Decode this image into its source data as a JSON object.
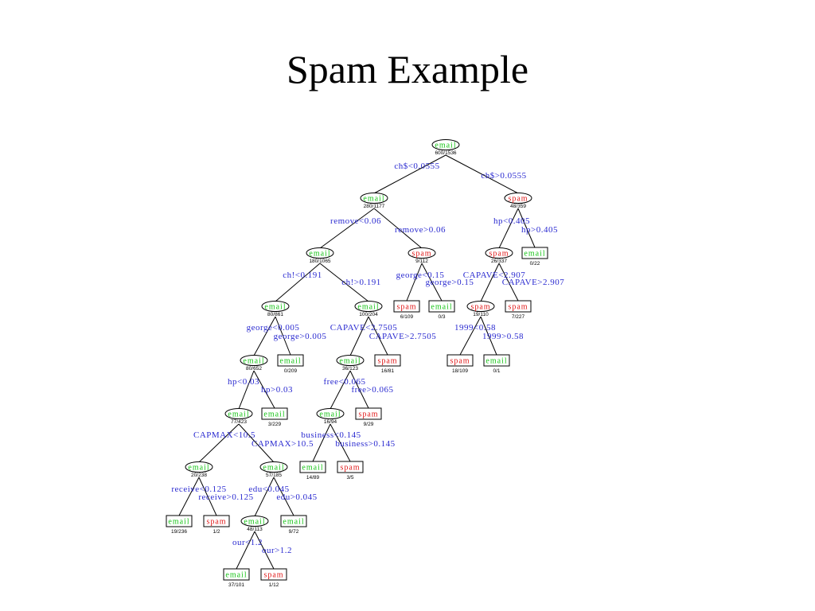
{
  "title": "Spam Example",
  "colors": {
    "email": "#18c418",
    "spam": "#e01818",
    "split": "#2a2ad0",
    "line": "#000000"
  },
  "tree": {
    "nodes": [
      {
        "id": "root",
        "type": "internal",
        "label": "email",
        "counts": "600/1536"
      },
      {
        "id": "n1",
        "type": "internal",
        "label": "email",
        "counts": "280/1177"
      },
      {
        "id": "n2",
        "type": "internal",
        "label": "spam",
        "counts": "48/359"
      },
      {
        "id": "n3",
        "type": "internal",
        "label": "email",
        "counts": "180/1065"
      },
      {
        "id": "n4",
        "type": "internal",
        "label": "spam",
        "counts": "9/112"
      },
      {
        "id": "n5",
        "type": "internal",
        "label": "spam",
        "counts": "26/337"
      },
      {
        "id": "n6",
        "type": "leaf",
        "label": "email",
        "counts": "0/22"
      },
      {
        "id": "n7",
        "type": "internal",
        "label": "email",
        "counts": "80/861"
      },
      {
        "id": "n8",
        "type": "internal",
        "label": "email",
        "counts": "100/204"
      },
      {
        "id": "n9",
        "type": "leaf",
        "label": "spam",
        "counts": "6/109"
      },
      {
        "id": "n10",
        "type": "leaf",
        "label": "email",
        "counts": "0/3"
      },
      {
        "id": "n11",
        "type": "internal",
        "label": "spam",
        "counts": "19/110"
      },
      {
        "id": "n12",
        "type": "leaf",
        "label": "spam",
        "counts": "7/227"
      },
      {
        "id": "n13",
        "type": "internal",
        "label": "email",
        "counts": "80/652"
      },
      {
        "id": "n14",
        "type": "leaf",
        "label": "email",
        "counts": "0/209"
      },
      {
        "id": "n15",
        "type": "internal",
        "label": "email",
        "counts": "36/123"
      },
      {
        "id": "n16",
        "type": "leaf",
        "label": "spam",
        "counts": "16/81"
      },
      {
        "id": "n17",
        "type": "leaf",
        "label": "spam",
        "counts": "18/109"
      },
      {
        "id": "n18",
        "type": "leaf",
        "label": "email",
        "counts": "0/1"
      },
      {
        "id": "n19",
        "type": "internal",
        "label": "email",
        "counts": "77/423"
      },
      {
        "id": "n20",
        "type": "leaf",
        "label": "email",
        "counts": "3/229"
      },
      {
        "id": "n21",
        "type": "internal",
        "label": "email",
        "counts": "16/94"
      },
      {
        "id": "n22",
        "type": "leaf",
        "label": "spam",
        "counts": "9/29"
      },
      {
        "id": "n23",
        "type": "internal",
        "label": "email",
        "counts": "20/238"
      },
      {
        "id": "n24",
        "type": "internal",
        "label": "email",
        "counts": "57/185"
      },
      {
        "id": "n25",
        "type": "leaf",
        "label": "email",
        "counts": "14/89"
      },
      {
        "id": "n26",
        "type": "leaf",
        "label": "spam",
        "counts": "3/5"
      },
      {
        "id": "n27",
        "type": "leaf",
        "label": "email",
        "counts": "19/236"
      },
      {
        "id": "n28",
        "type": "leaf",
        "label": "spam",
        "counts": "1/2"
      },
      {
        "id": "n29",
        "type": "internal",
        "label": "email",
        "counts": "48/113"
      },
      {
        "id": "n30",
        "type": "leaf",
        "label": "email",
        "counts": "9/72"
      },
      {
        "id": "n31",
        "type": "leaf",
        "label": "email",
        "counts": "37/101"
      },
      {
        "id": "n32",
        "type": "leaf",
        "label": "spam",
        "counts": "1/12"
      }
    ],
    "edges": [
      {
        "from": "root",
        "to": "n1"
      },
      {
        "from": "root",
        "to": "n2"
      },
      {
        "from": "n1",
        "to": "n3"
      },
      {
        "from": "n1",
        "to": "n4"
      },
      {
        "from": "n2",
        "to": "n5"
      },
      {
        "from": "n2",
        "to": "n6"
      },
      {
        "from": "n3",
        "to": "n7"
      },
      {
        "from": "n3",
        "to": "n8"
      },
      {
        "from": "n4",
        "to": "n9"
      },
      {
        "from": "n4",
        "to": "n10"
      },
      {
        "from": "n5",
        "to": "n11"
      },
      {
        "from": "n5",
        "to": "n12"
      },
      {
        "from": "n7",
        "to": "n13"
      },
      {
        "from": "n7",
        "to": "n14"
      },
      {
        "from": "n8",
        "to": "n15"
      },
      {
        "from": "n8",
        "to": "n16"
      },
      {
        "from": "n11",
        "to": "n17"
      },
      {
        "from": "n11",
        "to": "n18"
      },
      {
        "from": "n13",
        "to": "n19"
      },
      {
        "from": "n13",
        "to": "n20"
      },
      {
        "from": "n15",
        "to": "n21"
      },
      {
        "from": "n15",
        "to": "n22"
      },
      {
        "from": "n19",
        "to": "n23"
      },
      {
        "from": "n19",
        "to": "n24"
      },
      {
        "from": "n21",
        "to": "n25"
      },
      {
        "from": "n21",
        "to": "n26"
      },
      {
        "from": "n23",
        "to": "n27"
      },
      {
        "from": "n23",
        "to": "n28"
      },
      {
        "from": "n24",
        "to": "n29"
      },
      {
        "from": "n24",
        "to": "n30"
      },
      {
        "from": "n29",
        "to": "n31"
      },
      {
        "from": "n29",
        "to": "n32"
      }
    ],
    "splits": [
      {
        "id": "s0l",
        "text": "ch$<0.0555"
      },
      {
        "id": "s0r",
        "text": "ch$>0.0555"
      },
      {
        "id": "s1l",
        "text": "remove<0.06"
      },
      {
        "id": "s1r",
        "text": "remove>0.06"
      },
      {
        "id": "s2l",
        "text": "hp<0.405"
      },
      {
        "id": "s2r",
        "text": "hp>0.405"
      },
      {
        "id": "s3l",
        "text": "ch!<0.191"
      },
      {
        "id": "s3r",
        "text": "ch!>0.191"
      },
      {
        "id": "s4l",
        "text": "george<0.15"
      },
      {
        "id": "s4r",
        "text": "george>0.15"
      },
      {
        "id": "s5l",
        "text": "CAPAVE<2.907"
      },
      {
        "id": "s5r",
        "text": "CAPAVE>2.907"
      },
      {
        "id": "s7l",
        "text": "george<0.005"
      },
      {
        "id": "s7r",
        "text": "george>0.005"
      },
      {
        "id": "s8l",
        "text": "CAPAVE<2.7505"
      },
      {
        "id": "s8r",
        "text": "CAPAVE>2.7505"
      },
      {
        "id": "s11l",
        "text": "1999<0.58"
      },
      {
        "id": "s11r",
        "text": "1999>0.58"
      },
      {
        "id": "s13l",
        "text": "hp<0.03"
      },
      {
        "id": "s13r",
        "text": "hp>0.03"
      },
      {
        "id": "s15l",
        "text": "free<0.065"
      },
      {
        "id": "s15r",
        "text": "free>0.065"
      },
      {
        "id": "s19l",
        "text": "CAPMAX<10.5"
      },
      {
        "id": "s19r",
        "text": "CAPMAX>10.5"
      },
      {
        "id": "s21l",
        "text": "business<0.145"
      },
      {
        "id": "s21r",
        "text": "business>0.145"
      },
      {
        "id": "s23l",
        "text": "receive<0.125"
      },
      {
        "id": "s23r",
        "text": "receive>0.125"
      },
      {
        "id": "s24l",
        "text": "edu<0.045"
      },
      {
        "id": "s24r",
        "text": "edu>0.045"
      },
      {
        "id": "s29l",
        "text": "our<1.2"
      },
      {
        "id": "s29r",
        "text": "our>1.2"
      }
    ]
  }
}
